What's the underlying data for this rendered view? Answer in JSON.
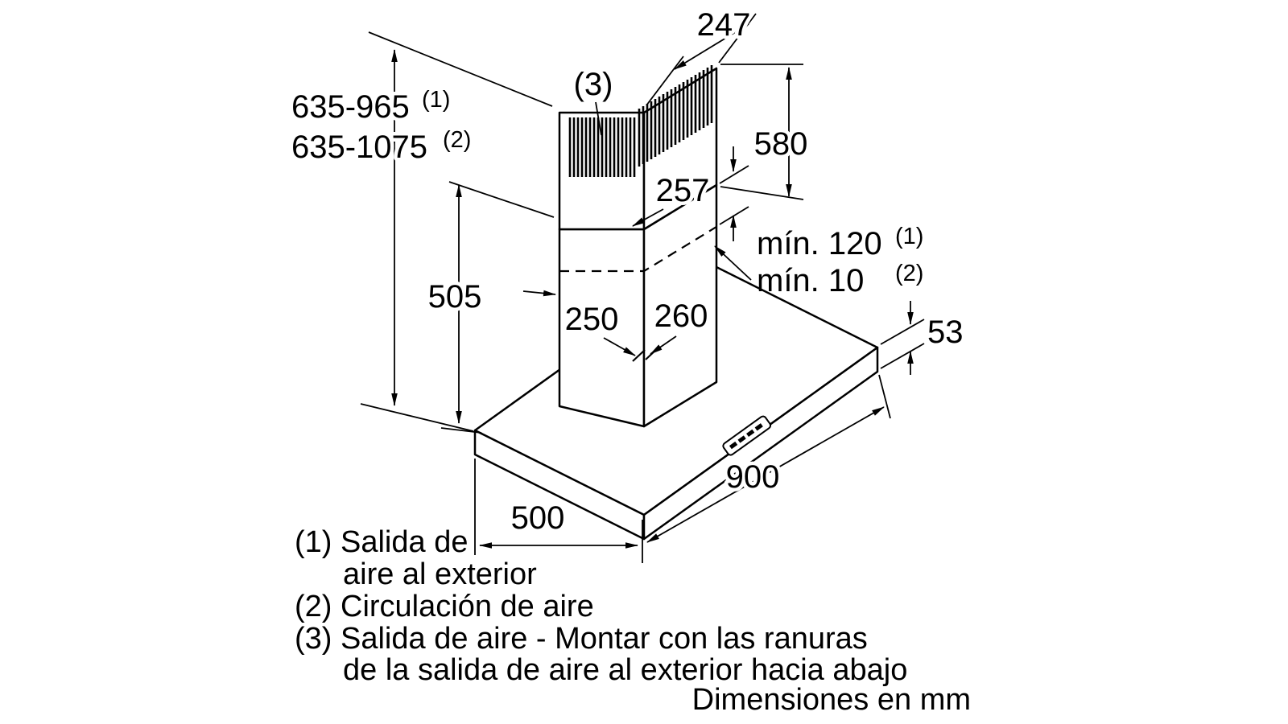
{
  "diagram": {
    "labels": {
      "d247": "247",
      "d580": "580",
      "d257": "257",
      "min1": "mín. 120",
      "min1_ref": "(1)",
      "min2": "mín. 10",
      "min2_ref": "(2)",
      "height1": "635-965",
      "height1_ref": "(1)",
      "height2": "635-1075",
      "height2_ref": "(2)",
      "d505": "505",
      "d250": "250",
      "d260": "260",
      "d53": "53",
      "d900": "900",
      "d500": "500",
      "vent_ref": "(3)"
    },
    "notes": {
      "line1": "(1) Salida de",
      "line2": "aire al exterior",
      "line3": "(2) Circulación de aire",
      "line4": "(3) Salida de aire - Montar con las ranuras",
      "line5": "de la salida de aire al exterior hacia abajo",
      "footer": "Dimensiones en mm"
    },
    "colors": {
      "line": "#000000",
      "background": "#ffffff"
    }
  }
}
